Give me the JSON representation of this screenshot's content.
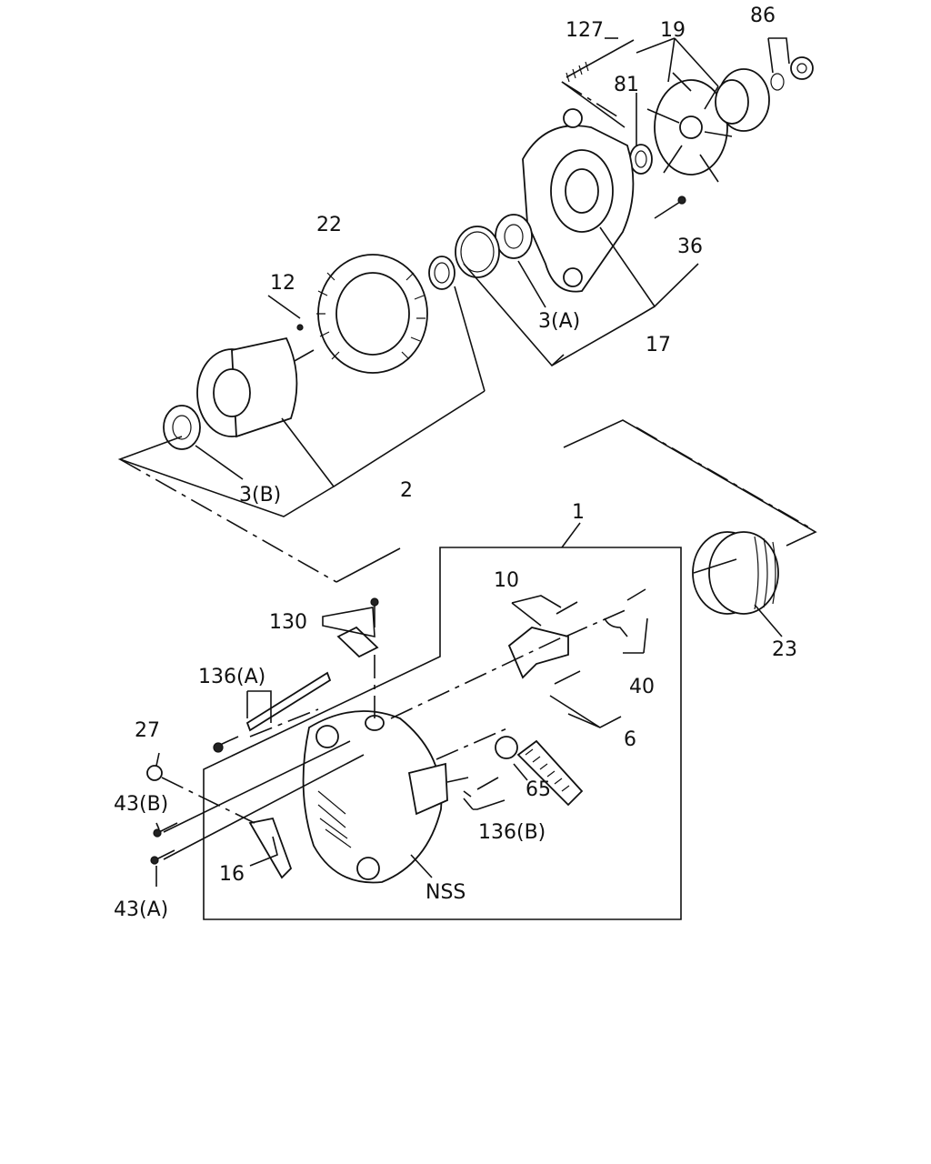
{
  "labels": {
    "l127": "127",
    "l19": "19",
    "l86": "86",
    "l81": "81",
    "l22": "22",
    "l12": "12",
    "l36": "36",
    "l3a": "3(A)",
    "l17": "17",
    "l3b": "3(B)",
    "l2": "2",
    "l1": "1",
    "l10": "10",
    "l130": "130",
    "l136a": "136(A)",
    "l40": "40",
    "l27": "27",
    "l6": "6",
    "l23": "23",
    "l65": "65",
    "l43b": "43(B)",
    "l136b": "136(B)",
    "l16": "16",
    "lnss": "NSS",
    "l43a": "43(A)"
  }
}
